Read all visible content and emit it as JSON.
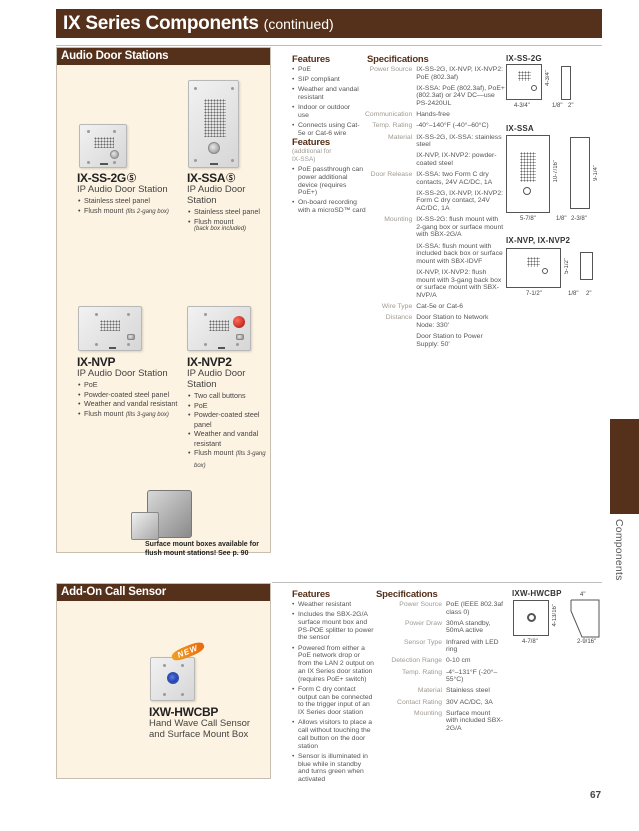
{
  "page": {
    "title": "IX Series Components",
    "title_suffix": "(continued)",
    "side_tab_label": "Components",
    "page_number": "67",
    "colors": {
      "brand_brown": "#55301a",
      "panel_cream": "#fdf3e2"
    }
  },
  "audio_door_stations": {
    "heading": "Audio Door Stations",
    "products": [
      {
        "model": "IX-SS-2G",
        "ul_mark": "Ⓢ",
        "description": "IP Audio Door Station",
        "bullets": [
          {
            "text": "Stainless steel panel",
            "note": ""
          },
          {
            "text": "Flush mount",
            "note": "(fits 2-gang box)"
          }
        ]
      },
      {
        "model": "IX-SSA",
        "ul_mark": "Ⓢ",
        "description": "IP Audio Door Station",
        "bullets": [
          {
            "text": "Stainless steel panel",
            "note": ""
          },
          {
            "text": "Flush mount",
            "note": ""
          }
        ],
        "sub_note": "(back box included)"
      },
      {
        "model": "IX-NVP",
        "description": "IP Audio Door Station",
        "bullets": [
          {
            "text": "PoE",
            "note": ""
          },
          {
            "text": "Powder-coated steel panel",
            "note": ""
          },
          {
            "text": "Weather and vandal resistant",
            "note": ""
          },
          {
            "text": "Flush mount",
            "note": "(fits 3-gang box)"
          }
        ]
      },
      {
        "model": "IX-NVP2",
        "description": "IP Audio Door Station",
        "bullets": [
          {
            "text": "Two call buttons",
            "note": ""
          },
          {
            "text": "PoE",
            "note": ""
          },
          {
            "text": "Powder-coated steel panel",
            "note": ""
          },
          {
            "text": "Weather and vandal resistant",
            "note": ""
          },
          {
            "text": "Flush mount",
            "note": "(fits 3-gang box)"
          }
        ]
      }
    ],
    "promo": {
      "line1": "Surface mount boxes available for",
      "line2": "flush mount stations! See p. 90"
    },
    "features": {
      "heading": "Features",
      "items": [
        "PoE",
        "SIP compliant",
        "Weather and vandal resistant",
        "Indoor or outdoor use",
        "Connects using Cat-5e or Cat-6 wire"
      ],
      "heading2": "Features",
      "sub_label": "(additional for IX-SSA)",
      "items2": [
        "PoE passthrough can power additional device (requires PoE+)",
        "On-board recording with a microSD™ card"
      ]
    },
    "specifications": {
      "heading": "Specifications",
      "rows": [
        {
          "label": "Power Source",
          "values": [
            "IX-SS-2G, IX-NVP, IX-NVP2: PoE (802.3af)",
            "IX-SSA: PoE (802.3af), PoE+ (802.3at) or 24V DC—use PS-2420UL"
          ]
        },
        {
          "label": "Communication",
          "values": [
            "Hands-free"
          ]
        },
        {
          "label": "Temp. Rating",
          "values": [
            "-40°–140°F (-40°–60°C)"
          ]
        },
        {
          "label": "Material",
          "values": [
            "IX-SS-2G, IX-SSA: stainless steel",
            "IX-NVP, IX-NVP2: powder-coated steel"
          ]
        },
        {
          "label": "Door Release",
          "values": [
            "IX-SSA: two Form C dry contacts, 24V AC/DC, 1A",
            "IX-SS-2G, IX-NVP, IX-NVP2: Form C dry contact, 24V AC/DC, 1A"
          ]
        },
        {
          "label": "Mounting",
          "values": [
            "IX-SS-2G: flush mount with 2-gang box or surface mount with SBX-2G/A",
            "IX-SSA: flush mount with included back box or surface mount with SBX-IDVF",
            "IX-NVP, IX-NVP2: flush mount with 3-gang back box or surface mount with SBX-NVP/A"
          ]
        },
        {
          "label": "Wire Type",
          "values": [
            "Cat-5e or Cat-6"
          ]
        },
        {
          "label": "Distance",
          "values": [
            "Door Station to Network Node: 330'",
            "Door Station to Power Supply: 50'"
          ]
        }
      ]
    },
    "diagrams": [
      {
        "title": "IX-SS-2G",
        "height": "4-3/4\"",
        "width": "4-3/4\"",
        "depth1": "1/8\"",
        "depth2": "2\""
      },
      {
        "title": "IX-SSA",
        "height": "10-7/16\"",
        "width": "5-7/8\"",
        "depth1": "1/8\"",
        "depth2": "2-3/8\"",
        "side_height": "9-1/4\""
      },
      {
        "title": "IX-NVP, IX-NVP2",
        "height": "5-1/2\"",
        "width": "7-1/2\"",
        "depth1": "1/8\"",
        "depth2": "2\""
      }
    ]
  },
  "add_on_call_sensor": {
    "heading": "Add-On Call Sensor",
    "badge": "NEW",
    "product": {
      "model": "IXW-HWCBP",
      "description_line1": "Hand Wave Call Sensor",
      "description_line2": "and Surface Mount Box"
    },
    "features": {
      "heading": "Features",
      "items": [
        "Weather resistant",
        "Includes the SBX-2G/A surface mount box and PS-POE splitter to power the sensor",
        "Powered from either a PoE network drop or from the LAN 2 output on an IX Series door station (requires PoE+ switch)",
        "Form C dry contact output can be connected to the trigger input of an IX Series door station",
        "Allows visitors to place a call without touching the call button on the door station",
        "Sensor is illuminated in blue while in standby and turns green when activated"
      ]
    },
    "specifications": {
      "heading": "Specifications",
      "rows": [
        {
          "label": "Power Source",
          "value": "PoE (IEEE 802.3af class 0)"
        },
        {
          "label": "Power Draw",
          "value": "30mA standby, 50mA active"
        },
        {
          "label": "Sensor Type",
          "value": "Infrared with LED ring"
        },
        {
          "label": "Detection Range",
          "value": "0-10 cm"
        },
        {
          "label": "Temp. Rating",
          "value": "-4°–131°F (-20°–55°C)"
        },
        {
          "label": "Material",
          "value": "Stainless steel"
        },
        {
          "label": "Contact Rating",
          "value": "30V AC/DC, 3A"
        },
        {
          "label": "Mounting",
          "value": "Surface mount with included SBX-2G/A"
        }
      ]
    },
    "diagram": {
      "title": "IXW-HWCBP",
      "height": "4-13/16\"",
      "width": "4-7/8\"",
      "top": "4\"",
      "bottom": "2-9/16\""
    }
  }
}
